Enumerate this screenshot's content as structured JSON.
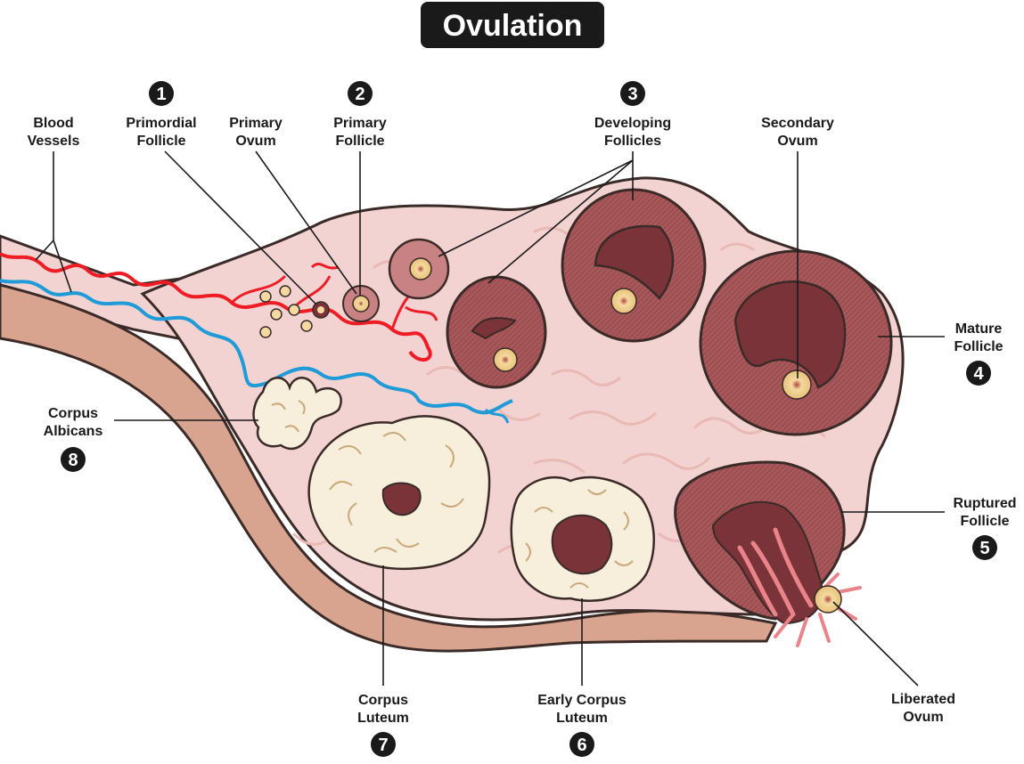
{
  "title": "Ovulation",
  "labels": {
    "blood_vessels": [
      "Blood",
      "Vessels"
    ],
    "primordial_follicle": [
      "Primordial",
      "Follicle"
    ],
    "primary_ovum": [
      "Primary",
      "Ovum"
    ],
    "primary_follicle": [
      "Primary",
      "Follicle"
    ],
    "developing_follicles": [
      "Developing",
      "Follicles"
    ],
    "secondary_ovum": [
      "Secondary",
      "Ovum"
    ],
    "mature_follicle": [
      "Mature",
      "Follicle"
    ],
    "ruptured_follicle": [
      "Ruptured",
      "Follicle"
    ],
    "liberated_ovum": [
      "Liberated",
      "Ovum"
    ],
    "early_corpus_luteum": [
      "Early Corpus",
      "Luteum"
    ],
    "corpus_luteum": [
      "Corpus",
      "Luteum"
    ],
    "corpus_albicans": [
      "Corpus",
      "Albicans"
    ]
  },
  "numbers": {
    "primordial_follicle": "1",
    "primary_follicle": "2",
    "developing_follicles": "3",
    "mature_follicle": "4",
    "ruptured_follicle": "5",
    "early_corpus_luteum": "6",
    "corpus_luteum": "7",
    "corpus_albicans": "8"
  },
  "colors": {
    "ovary_fill": "#f3d3d1",
    "ovary_outline": "#3a2a28",
    "stroma_lines": "#e9b9b6",
    "follicle_wall": "#a8575a",
    "follicle_cavity": "#7a3338",
    "capsule": "#d9a48f",
    "artery": "#ee1c25",
    "vein": "#1f9bd7",
    "luteum_fill": "#f7efdc",
    "badge": "#1a1a1a"
  }
}
